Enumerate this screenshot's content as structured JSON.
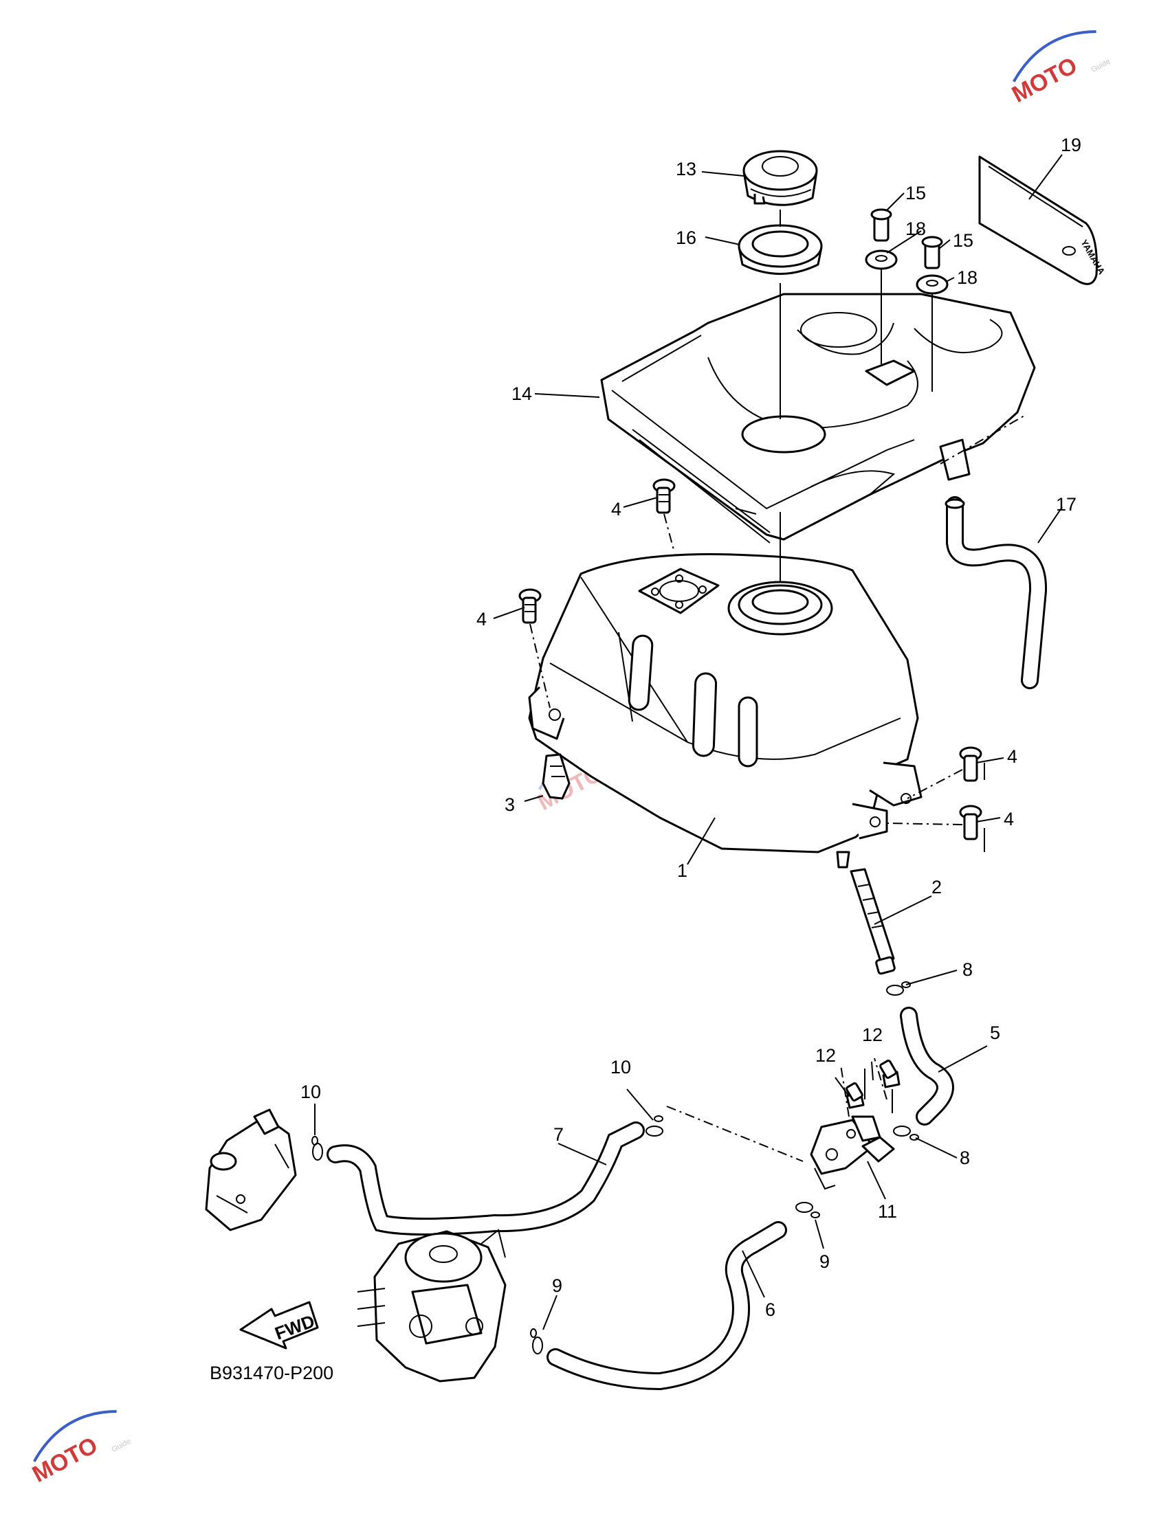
{
  "diagram_code": "B931470-P200",
  "fwd_label": "FWD",
  "watermark": {
    "text": "MOTO",
    "sub": "Guide",
    "color": "#d23a3a"
  },
  "brand_plate_text": "YAMAHA",
  "callouts": {
    "c1": "1",
    "c2": "2",
    "c3": "3",
    "c4a": "4",
    "c4b": "4",
    "c4c": "4",
    "c4d": "4",
    "c5": "5",
    "c6": "6",
    "c7": "7",
    "c8a": "8",
    "c8b": "8",
    "c9a": "9",
    "c9b": "9",
    "c10a": "10",
    "c10b": "10",
    "c11": "11",
    "c12a": "12",
    "c12b": "12",
    "c13": "13",
    "c14": "14",
    "c15a": "15",
    "c15b": "15",
    "c16": "16",
    "c17": "17",
    "c18a": "18",
    "c18b": "18",
    "c19": "19"
  }
}
